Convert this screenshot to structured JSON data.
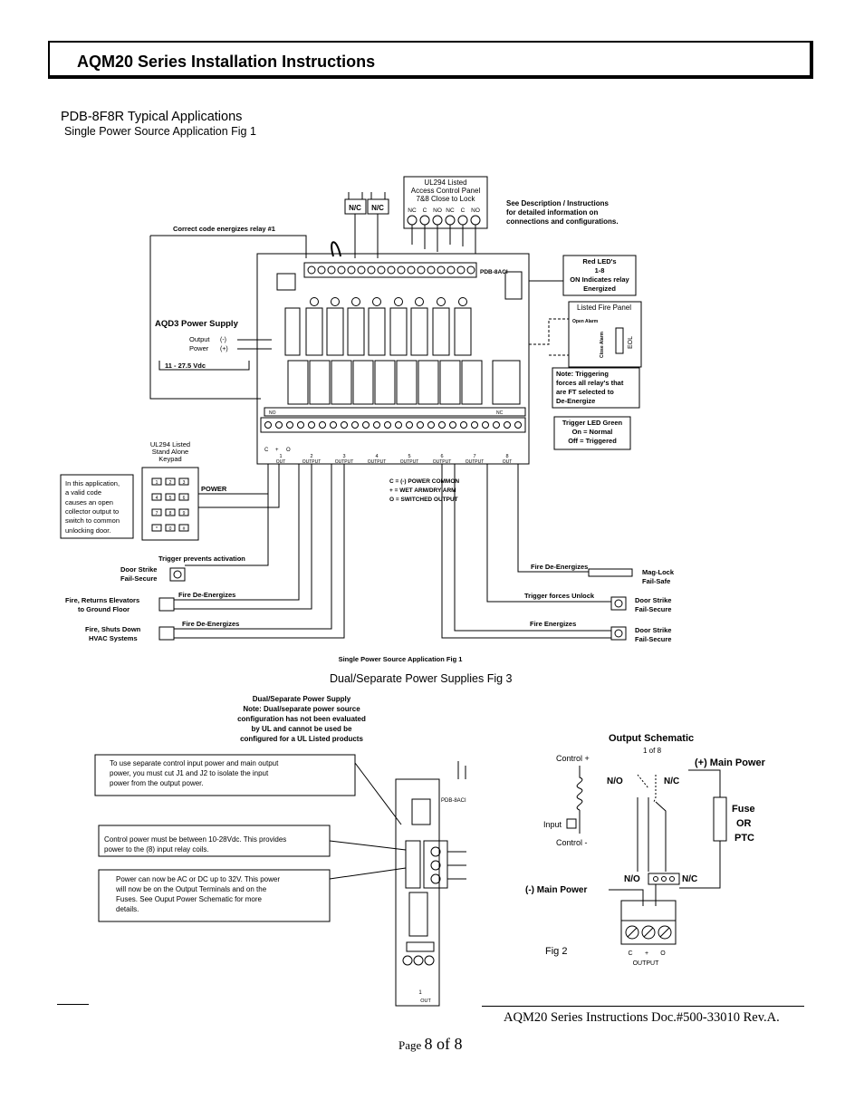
{
  "header": {
    "title": "AQM20 Series Installation Instructions"
  },
  "section": {
    "title": "PDB-8F8R Typical Applications",
    "subtitle": "Single Power Source Application Fig 1",
    "fig3_title": "Dual/Separate Power Supplies Fig 3"
  },
  "fig1": {
    "panel": {
      "line1": "UL294 Listed",
      "line2": "Access Control Panel",
      "line3": "7&8 Close to Lock",
      "terminals": [
        "NC",
        "C",
        "NO",
        "NC",
        "C",
        "NO"
      ]
    },
    "nc_switch_label": "N/C",
    "see_desc": [
      "See Description / Instructions",
      "for detailed information on",
      "connections and configurations."
    ],
    "correct_code": "Correct code energizes relay #1",
    "board_label": "PDB-8ACI",
    "psu": {
      "title": "AQD3 Power Supply",
      "output": "Output",
      "power": "Power",
      "minus": "(-)",
      "plus": "(+)",
      "voltage": "11 - 27.5 Vdc"
    },
    "red_leds": [
      "Red LED's",
      "1-8",
      "ON Indicates relay",
      "Energized"
    ],
    "fire_panel": "Listed Fire Panel",
    "open_alarm": "Open Alarm",
    "close_alarm": "Close Alarm",
    "eol": "EOL",
    "note_trigger": [
      "Note: Triggering",
      "forces all relay's that",
      "are FT selected to",
      "De-Energize"
    ],
    "trigger_led": [
      "Trigger LED Green",
      "On = Normal",
      "Off = Triggered"
    ],
    "keypad": [
      "UL294 Listed",
      "Stand Alone",
      "Keypad"
    ],
    "keypad_keys": [
      "1",
      "2",
      "3",
      "4",
      "5",
      "6",
      "7",
      "8",
      "9",
      "*",
      "0",
      "#"
    ],
    "app_note": [
      "In this application,",
      "a valid code",
      "causes an open",
      "collector output to",
      "switch to common",
      "unlocking door."
    ],
    "power_label": "POWER",
    "legend": [
      "C = (-) POWER COMMON",
      "+ = WET ARM/DRY ARM",
      "O = SWITCHED OUTPUT"
    ],
    "output_numbers": [
      "1",
      "2",
      "3",
      "4",
      "5",
      "6",
      "7",
      "8"
    ],
    "output_label": "OUTPUT",
    "out_label": "OUT",
    "terminal_tags": [
      "C",
      "+",
      "O"
    ],
    "relay_tags": [
      "NO",
      "NC"
    ],
    "trigger_prevents": "Trigger prevents activation",
    "door_strike_failsecure": [
      "Door Strike",
      "Fail-Secure"
    ],
    "fire_de_energizes": "Fire De-Energizes",
    "fire_returns": [
      "Fire, Returns Elevators",
      "to Ground Floor"
    ],
    "fire_shuts": [
      "Fire, Shuts Down",
      "HVAC Systems"
    ],
    "fire_de_energizes_2": "Fire De-Energizes",
    "fire_de_energizes_3": "Fire De-Energizes",
    "maglock": [
      "Mag-Lock",
      "Fail-Safe"
    ],
    "trigger_forces_unlock": "Trigger forces Unlock",
    "door_strike_2": [
      "Door Strike",
      "Fail-Secure"
    ],
    "fire_energizes": "Fire Energizes",
    "door_strike_3": [
      "Door Strike",
      "Fail-Secure"
    ],
    "caption": "Single Power Source Application Fig 1"
  },
  "fig3": {
    "dual_note": [
      "Dual/Separate Power Supply",
      "Note: Dual/separate power source",
      "configuration has not been evaluated",
      "by UL and cannot be used be",
      "configured for a UL Listed products"
    ],
    "box1": [
      "To use separate control input power and main output",
      "power, you must cut J1 and J2 to isolate the input",
      "power from the output power."
    ],
    "box2": [
      "Control power must be between 10-28Vdc.  This provides",
      "power to the (8) input relay coils."
    ],
    "box3": [
      "Power can now be AC or DC up to 32V.  This power",
      "will now be on the Output Terminals and on the",
      "Fuses.  See Ouput Power Schematic for more",
      "details."
    ],
    "board_label": "PDB-8ACI",
    "out_number": "1",
    "out_label": "OUT"
  },
  "fig2": {
    "title": "Output Schematic",
    "subtitle": "1 of 8",
    "control_plus": "Control +",
    "input": "Input",
    "control_minus": "Control -",
    "no_top": "N/O",
    "nc_top": "N/C",
    "main_power_plus": "(+) Main Power",
    "fuse": [
      "Fuse",
      "OR",
      "PTC"
    ],
    "minus_main_power": "(-) Main Power",
    "no_bottom": "N/O",
    "nc_bottom": "N/C",
    "fig_label": "Fig 2",
    "terminal_tags": [
      "C",
      "+",
      "O"
    ],
    "output_label": "OUTPUT"
  },
  "footer": {
    "doc": "AQM20 Series Instructions  Doc.#500-33010 Rev.A.",
    "page_prefix": "Page ",
    "page_number": "8 of 8"
  }
}
